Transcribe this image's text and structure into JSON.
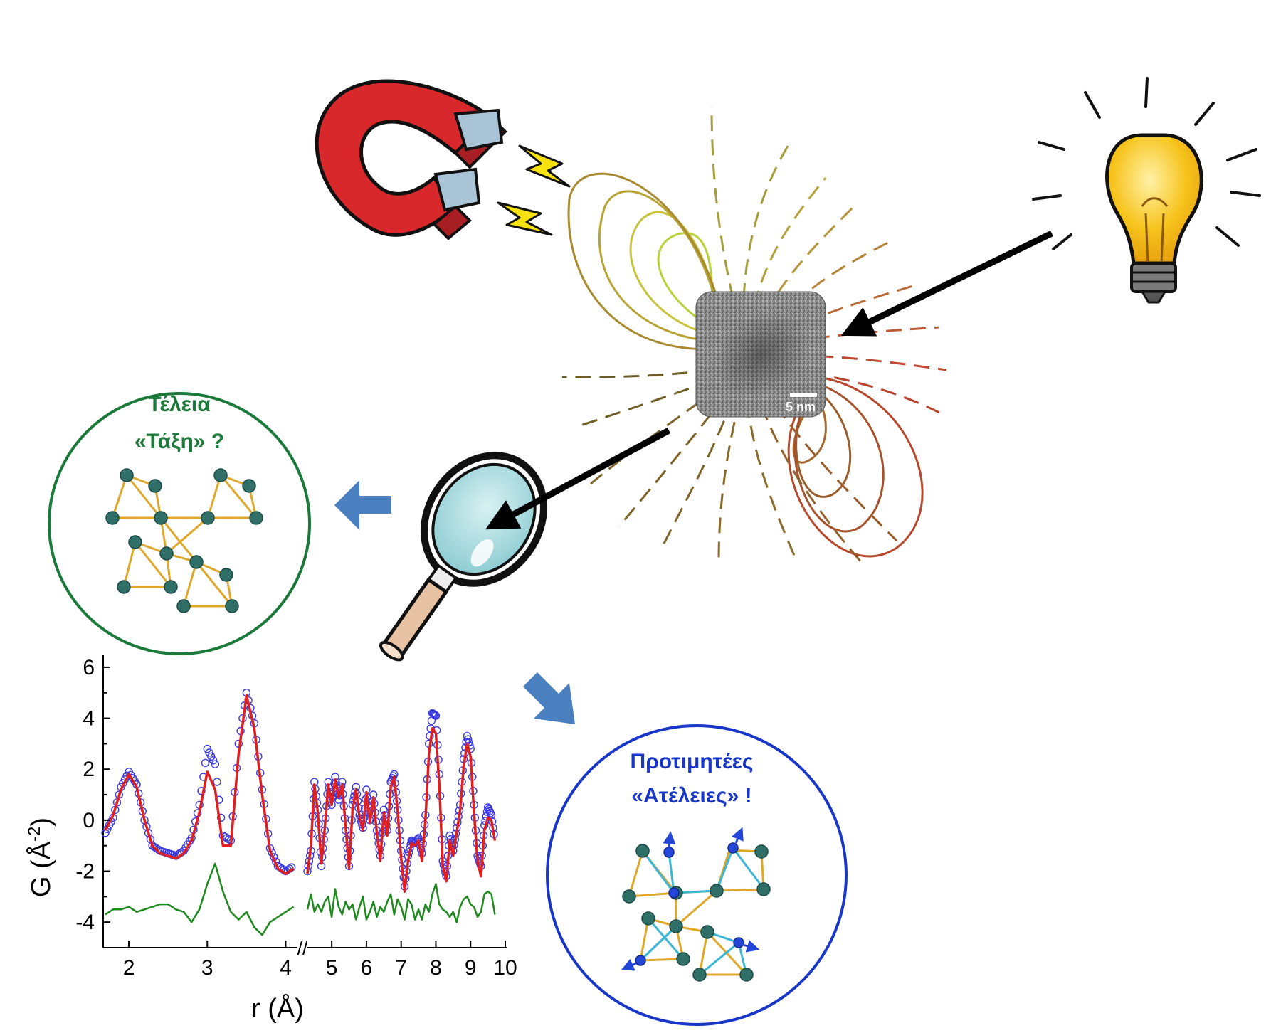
{
  "labels": {
    "order_line1": "Τέλεια",
    "order_line2": "«Τάξη» ?",
    "defects_line1": "Προτιμητέες",
    "defects_line2": "«Ατέλειες» !",
    "scale_bar": "5 nm"
  },
  "colors": {
    "order_text": "#1b7a3a",
    "order_circle": "#1b7a3a",
    "defects_text": "#1836c8",
    "defects_circle": "#1836c8",
    "bond_gold": "#e0a82a",
    "bond_cyan": "#3bb6d4",
    "atom_teal": "#2f6f68",
    "atom_blue": "#2446d8",
    "arrow_blue": "#4a7fc0",
    "magnet_red": "#d8282c",
    "bulb_yellow": "#f7c31c",
    "obs_color": "#3a3ae0",
    "calc_color": "#e02020",
    "diff_color": "#1e8a1e"
  },
  "icons": [
    "magnet-icon",
    "lightning-icon",
    "light-bulb-icon",
    "magnifier-icon",
    "nanoparticle-tem-image",
    "flow-arrow-icon"
  ],
  "chart_data": {
    "type": "line",
    "xlabel": "r (Å)",
    "ylabel": "G (Å",
    "ylabel_superscript": "-2",
    "ylabel_close": ")",
    "x_ticks_left": [
      "2",
      "3",
      "4"
    ],
    "x_ticks_right": [
      "5",
      "6",
      "7",
      "8",
      "9",
      "10"
    ],
    "y_ticks": [
      "-4",
      "-2",
      "0",
      "2",
      "4",
      "6"
    ],
    "ylim": [
      -5,
      6.5
    ],
    "xlim_left": [
      1.7,
      4.15
    ],
    "xlim_right": [
      4.3,
      10.0
    ],
    "axis_break": "//",
    "series": [
      {
        "role": "observed",
        "style": "open-circles",
        "left_points": [
          [
            1.7,
            -0.5
          ],
          [
            1.8,
            0.1
          ],
          [
            1.9,
            1.3
          ],
          [
            2.0,
            1.9
          ],
          [
            2.1,
            1.4
          ],
          [
            2.2,
            0.0
          ],
          [
            2.3,
            -1.0
          ],
          [
            2.4,
            -1.2
          ],
          [
            2.5,
            -1.3
          ],
          [
            2.6,
            -1.4
          ],
          [
            2.7,
            -1.2
          ],
          [
            2.8,
            -0.7
          ],
          [
            2.9,
            0.6
          ],
          [
            3.0,
            2.8
          ],
          [
            3.1,
            2.2
          ],
          [
            3.2,
            -0.6
          ],
          [
            3.3,
            -0.8
          ],
          [
            3.4,
            3.0
          ],
          [
            3.5,
            5.0
          ],
          [
            3.6,
            3.8
          ],
          [
            3.7,
            1.2
          ],
          [
            3.8,
            -1.1
          ],
          [
            3.9,
            -1.8
          ],
          [
            4.0,
            -2.0
          ],
          [
            4.1,
            -1.8
          ]
        ],
        "right_points": [
          [
            4.3,
            -2.0
          ],
          [
            4.4,
            -1.2
          ],
          [
            4.5,
            1.5
          ],
          [
            4.6,
            0.4
          ],
          [
            4.7,
            -1.8
          ],
          [
            4.8,
            -0.4
          ],
          [
            4.9,
            1.5
          ],
          [
            5.0,
            0.6
          ],
          [
            5.1,
            1.7
          ],
          [
            5.2,
            0.8
          ],
          [
            5.3,
            1.5
          ],
          [
            5.4,
            -0.4
          ],
          [
            5.5,
            -1.8
          ],
          [
            5.6,
            0.6
          ],
          [
            5.7,
            1.3
          ],
          [
            5.8,
            0.2
          ],
          [
            5.9,
            -0.3
          ],
          [
            6.0,
            1.2
          ],
          [
            6.1,
            0.0
          ],
          [
            6.2,
            1.0
          ],
          [
            6.3,
            -0.4
          ],
          [
            6.4,
            -1.4
          ],
          [
            6.5,
            0.4
          ],
          [
            6.6,
            -0.4
          ],
          [
            6.7,
            1.5
          ],
          [
            6.8,
            1.8
          ],
          [
            6.9,
            0.4
          ],
          [
            7.0,
            -1.2
          ],
          [
            7.1,
            -2.6
          ],
          [
            7.2,
            -1.4
          ],
          [
            7.3,
            -0.8
          ],
          [
            7.4,
            -0.9
          ],
          [
            7.5,
            -0.7
          ],
          [
            7.6,
            -1.3
          ],
          [
            7.7,
            0.2
          ],
          [
            7.8,
            3.0
          ],
          [
            7.9,
            4.2
          ],
          [
            8.0,
            4.1
          ],
          [
            8.1,
            1.8
          ],
          [
            8.2,
            -1.6
          ],
          [
            8.3,
            -2.2
          ],
          [
            8.4,
            -0.6
          ],
          [
            8.5,
            -1.2
          ],
          [
            8.6,
            -0.3
          ],
          [
            8.7,
            0.6
          ],
          [
            8.8,
            2.4
          ],
          [
            8.9,
            3.3
          ],
          [
            9.0,
            2.8
          ],
          [
            9.1,
            0.6
          ],
          [
            9.2,
            -1.4
          ],
          [
            9.3,
            -1.8
          ],
          [
            9.4,
            -0.2
          ],
          [
            9.5,
            0.5
          ],
          [
            9.6,
            0.2
          ],
          [
            9.7,
            -0.8
          ]
        ]
      },
      {
        "role": "calculated",
        "style": "line",
        "left_points": [
          [
            1.7,
            -0.4
          ],
          [
            1.8,
            0.2
          ],
          [
            1.9,
            1.2
          ],
          [
            2.0,
            1.8
          ],
          [
            2.1,
            1.3
          ],
          [
            2.2,
            0.0
          ],
          [
            2.3,
            -1.0
          ],
          [
            2.4,
            -1.3
          ],
          [
            2.5,
            -1.4
          ],
          [
            2.6,
            -1.5
          ],
          [
            2.7,
            -1.3
          ],
          [
            2.8,
            -0.8
          ],
          [
            2.9,
            0.3
          ],
          [
            3.0,
            1.9
          ],
          [
            3.1,
            1.2
          ],
          [
            3.2,
            -1.0
          ],
          [
            3.3,
            -1.0
          ],
          [
            3.4,
            2.6
          ],
          [
            3.5,
            4.9
          ],
          [
            3.6,
            3.6
          ],
          [
            3.7,
            1.0
          ],
          [
            3.8,
            -1.2
          ],
          [
            3.9,
            -1.9
          ],
          [
            4.0,
            -2.1
          ],
          [
            4.1,
            -1.9
          ]
        ],
        "right_points": [
          [
            4.3,
            -2.1
          ],
          [
            4.4,
            -1.0
          ],
          [
            4.5,
            1.4
          ],
          [
            4.6,
            0.3
          ],
          [
            4.7,
            -1.7
          ],
          [
            4.8,
            -0.3
          ],
          [
            4.9,
            1.4
          ],
          [
            5.0,
            0.6
          ],
          [
            5.1,
            1.6
          ],
          [
            5.2,
            0.9
          ],
          [
            5.3,
            1.4
          ],
          [
            5.4,
            -0.2
          ],
          [
            5.5,
            -1.9
          ],
          [
            5.6,
            0.4
          ],
          [
            5.7,
            1.2
          ],
          [
            5.8,
            0.1
          ],
          [
            5.9,
            -0.4
          ],
          [
            6.0,
            1.1
          ],
          [
            6.1,
            -0.1
          ],
          [
            6.2,
            0.9
          ],
          [
            6.3,
            -0.5
          ],
          [
            6.4,
            -1.6
          ],
          [
            6.5,
            0.3
          ],
          [
            6.6,
            -0.6
          ],
          [
            6.7,
            1.3
          ],
          [
            6.8,
            1.7
          ],
          [
            6.9,
            0.3
          ],
          [
            7.0,
            -1.5
          ],
          [
            7.1,
            -2.8
          ],
          [
            7.2,
            -1.6
          ],
          [
            7.3,
            -0.9
          ],
          [
            7.4,
            -1.0
          ],
          [
            7.5,
            -0.8
          ],
          [
            7.6,
            -1.6
          ],
          [
            7.7,
            0.0
          ],
          [
            7.8,
            2.6
          ],
          [
            7.9,
            3.6
          ],
          [
            8.0,
            3.4
          ],
          [
            8.1,
            1.4
          ],
          [
            8.2,
            -1.8
          ],
          [
            8.3,
            -2.4
          ],
          [
            8.4,
            -0.8
          ],
          [
            8.5,
            -1.4
          ],
          [
            8.6,
            -0.5
          ],
          [
            8.7,
            0.4
          ],
          [
            8.8,
            2.1
          ],
          [
            8.9,
            3.0
          ],
          [
            9.0,
            2.5
          ],
          [
            9.1,
            0.3
          ],
          [
            9.2,
            -1.6
          ],
          [
            9.3,
            -2.2
          ],
          [
            9.4,
            -0.4
          ],
          [
            9.5,
            0.1
          ],
          [
            9.6,
            0.0
          ],
          [
            9.7,
            -0.8
          ]
        ]
      },
      {
        "role": "difference",
        "style": "line",
        "left_points": [
          [
            1.7,
            -3.7
          ],
          [
            1.8,
            -3.5
          ],
          [
            1.9,
            -3.5
          ],
          [
            2.0,
            -3.4
          ],
          [
            2.1,
            -3.6
          ],
          [
            2.2,
            -3.5
          ],
          [
            2.3,
            -3.4
          ],
          [
            2.4,
            -3.3
          ],
          [
            2.5,
            -3.3
          ],
          [
            2.6,
            -3.5
          ],
          [
            2.7,
            -3.6
          ],
          [
            2.8,
            -4.0
          ],
          [
            2.9,
            -3.5
          ],
          [
            3.0,
            -2.5
          ],
          [
            3.1,
            -1.7
          ],
          [
            3.2,
            -2.8
          ],
          [
            3.3,
            -3.6
          ],
          [
            3.4,
            -3.9
          ],
          [
            3.5,
            -3.6
          ],
          [
            3.6,
            -4.2
          ],
          [
            3.7,
            -4.5
          ],
          [
            3.8,
            -4.0
          ],
          [
            3.9,
            -3.8
          ],
          [
            4.0,
            -3.6
          ],
          [
            4.1,
            -3.4
          ]
        ],
        "right_points": [
          [
            4.3,
            -3.5
          ],
          [
            4.4,
            -2.9
          ],
          [
            4.5,
            -3.6
          ],
          [
            4.6,
            -3.3
          ],
          [
            4.7,
            -3.6
          ],
          [
            4.8,
            -3.2
          ],
          [
            4.9,
            -3.0
          ],
          [
            5.0,
            -3.8
          ],
          [
            5.1,
            -2.7
          ],
          [
            5.2,
            -3.4
          ],
          [
            5.3,
            -3.7
          ],
          [
            5.4,
            -3.2
          ],
          [
            5.5,
            -3.5
          ],
          [
            5.6,
            -3.3
          ],
          [
            5.7,
            -3.9
          ],
          [
            5.8,
            -3.4
          ],
          [
            5.9,
            -3.0
          ],
          [
            6.0,
            -3.9
          ],
          [
            6.1,
            -3.6
          ],
          [
            6.2,
            -3.2
          ],
          [
            6.3,
            -3.8
          ],
          [
            6.4,
            -3.4
          ],
          [
            6.5,
            -3.6
          ],
          [
            6.6,
            -3.2
          ],
          [
            6.7,
            -2.9
          ],
          [
            6.8,
            -3.7
          ],
          [
            6.9,
            -3.1
          ],
          [
            7.0,
            -3.4
          ],
          [
            7.1,
            -3.9
          ],
          [
            7.2,
            -3.1
          ],
          [
            7.3,
            -3.3
          ],
          [
            7.4,
            -3.9
          ],
          [
            7.5,
            -3.5
          ],
          [
            7.6,
            -3.9
          ],
          [
            7.7,
            -3.3
          ],
          [
            7.8,
            -3.6
          ],
          [
            7.9,
            -2.9
          ],
          [
            8.0,
            -2.5
          ],
          [
            8.1,
            -3.3
          ],
          [
            8.2,
            -3.5
          ],
          [
            8.3,
            -3.6
          ],
          [
            8.4,
            -3.8
          ],
          [
            8.5,
            -3.6
          ],
          [
            8.6,
            -4.0
          ],
          [
            8.7,
            -3.4
          ],
          [
            8.8,
            -3.1
          ],
          [
            8.9,
            -3.0
          ],
          [
            9.0,
            -3.3
          ],
          [
            9.1,
            -3.4
          ],
          [
            9.2,
            -3.8
          ],
          [
            9.3,
            -3.6
          ],
          [
            9.4,
            -2.9
          ],
          [
            9.5,
            -2.8
          ],
          [
            9.6,
            -2.9
          ],
          [
            9.7,
            -3.7
          ]
        ]
      }
    ]
  }
}
